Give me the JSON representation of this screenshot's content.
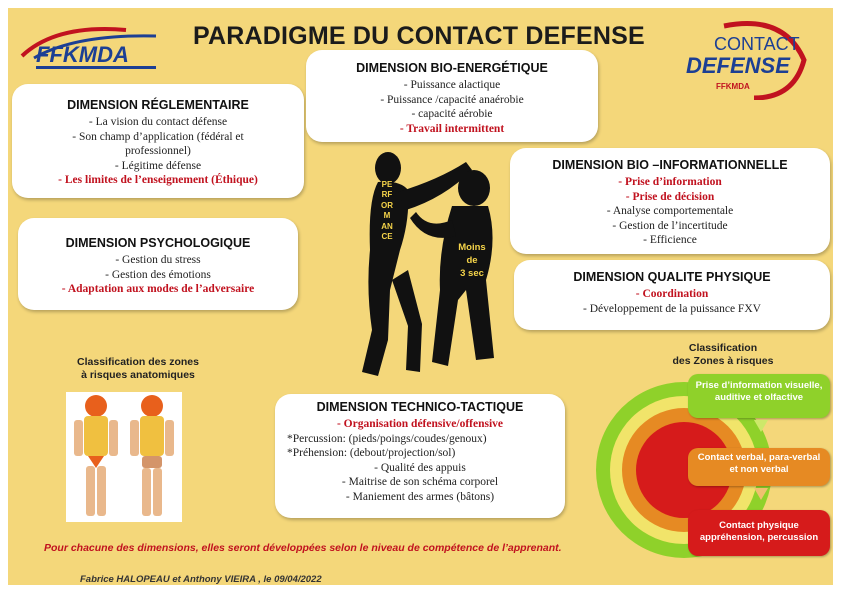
{
  "title": "PARADIGME DU CONTACT DEFENSE",
  "logo_left": {
    "text": "FFKMDA"
  },
  "logo_right": {
    "line1": "CONTACT",
    "line2": "DEFENSE",
    "line3": "FFKMDA"
  },
  "cards": {
    "reglementaire": {
      "title": "DIMENSION RÉGLEMENTAIRE",
      "items": [
        "- La vision du contact défense",
        "- Son champ d’application (fédéral et professionnel)",
        "- Légitime défense",
        "- Les limites de l’enseignement (Éthique)"
      ]
    },
    "bio_energetique": {
      "title": "DIMENSION BIO-ENERGÉTIQUE",
      "items": [
        "- Puissance alactique",
        "- Puissance /capacité anaérobie",
        "- capacité aérobie",
        "- Travail intermittent"
      ]
    },
    "bio_informationnelle": {
      "title": "DIMENSION BIO –INFORMATIONNELLE",
      "items": [
        "- Prise d’information",
        "- Prise de décision",
        "- Analyse comportementale",
        "- Gestion de l’incertitude",
        "- Efficience"
      ]
    },
    "psychologique": {
      "title": "DIMENSION PSYCHOLOGIQUE",
      "items": [
        "- Gestion du stress",
        "- Gestion des émotions",
        "- Adaptation aux modes de l’adversaire"
      ]
    },
    "qualite_physique": {
      "title": "DIMENSION QUALITE PHYSIQUE",
      "items": [
        "- Coordination",
        "- Développement de la puissance FXV"
      ]
    },
    "technico_tactique": {
      "title": "DIMENSION TECHNICO-TACTIQUE",
      "items": [
        "- Organisation défensive/offensive",
        "*Percussion: (pieds/poings/coudes/genoux)",
        "*Préhension: (debout/projection/sol)",
        "- Qualité des appuis",
        "- Maitrise de son schéma corporel",
        "- Maniement des armes (bâtons)"
      ]
    }
  },
  "center": {
    "vertical": "PERFORMANCE",
    "moins": [
      "Moins",
      "de",
      "3 sec"
    ]
  },
  "zones_anatomiques": {
    "caption_1": "Classification des zones",
    "caption_2": "à risques anatomiques"
  },
  "zones_risques": {
    "caption_1": "Classification",
    "caption_2": "des Zones à risques",
    "green": "Prise d’information visuelle, auditive et olfactive",
    "orange": "Contact verbal, para-verbal et non verbal",
    "red": "Contact physique appréhension, percussion"
  },
  "footer": "Pour chacune des dimensions, elles seront développées selon le niveau de compétence de l’apprenant.",
  "author": "Fabrice HALOPEAU et Anthony VIEIRA , le 09/04/2022",
  "colors": {
    "background": "#f4d77a",
    "accent_red": "#c1121f",
    "green": "#8fd12a",
    "orange": "#e68a23",
    "red": "#d61b1b"
  }
}
